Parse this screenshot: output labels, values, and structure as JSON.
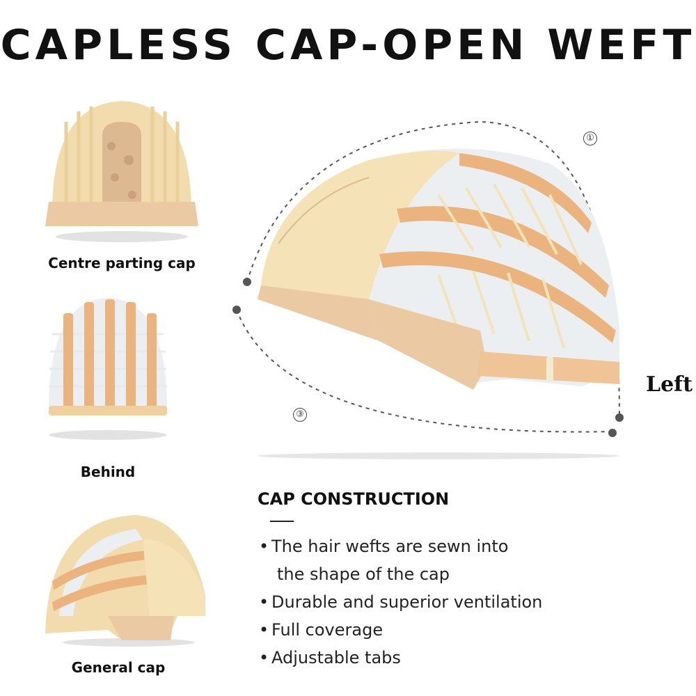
{
  "title": "CAPLESS CAP-OPEN WEFT",
  "thumbnails": [
    {
      "label": "Centre parting cap"
    },
    {
      "label": "Behind"
    },
    {
      "label": "General cap"
    }
  ],
  "main_view": {
    "side_label": "Left",
    "markers": [
      "①",
      "③"
    ]
  },
  "construction": {
    "heading": "CAP CONSTRUCTION",
    "bullets": [
      {
        "bullet": "•",
        "text": "The hair wefts are sewn into",
        "continuation": "the shape of the cap"
      },
      {
        "bullet": "•",
        "text": "Durable and superior ventilation"
      },
      {
        "bullet": "•",
        "text": "Full coverage"
      },
      {
        "bullet": "•",
        "text": "Adjustable tabs"
      }
    ]
  },
  "colors": {
    "cap_base": "#f2dcae",
    "weft_band": "#e9b47f",
    "lace": "#f5e2b6",
    "shadow": "#d8d8d8"
  }
}
